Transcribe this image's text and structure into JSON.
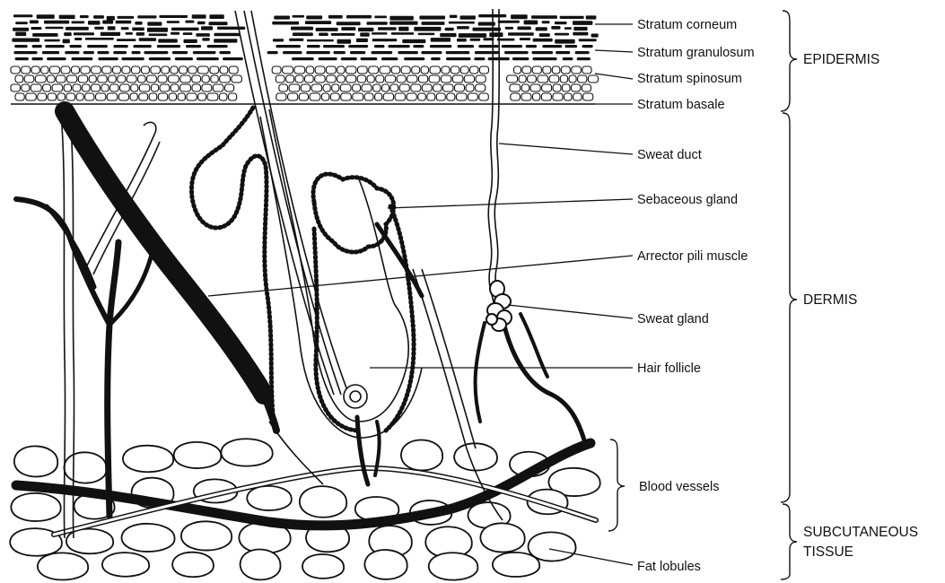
{
  "diagram": {
    "labels": {
      "stratum_corneum": "Stratum corneum",
      "stratum_granulosum": "Stratum granulosum",
      "stratum_spinosum": "Stratum spinosum",
      "stratum_basale": "Stratum basale",
      "sweat_duct": "Sweat duct",
      "sebaceous_gland": "Sebaceous gland",
      "arrector_pili_muscle": "Arrector pili muscle",
      "sweat_gland": "Sweat gland",
      "hair_follicle": "Hair follicle",
      "blood_vessels": "Blood vessels",
      "fat_lobules": "Fat lobules"
    },
    "regions": {
      "epidermis": "EPIDERMIS",
      "dermis": "DERMIS",
      "subcutaneous_line1": "SUBCUTANEOUS",
      "subcutaneous_line2": "TISSUE"
    },
    "colors": {
      "ink": "#111111",
      "background": "#ffffff"
    }
  }
}
